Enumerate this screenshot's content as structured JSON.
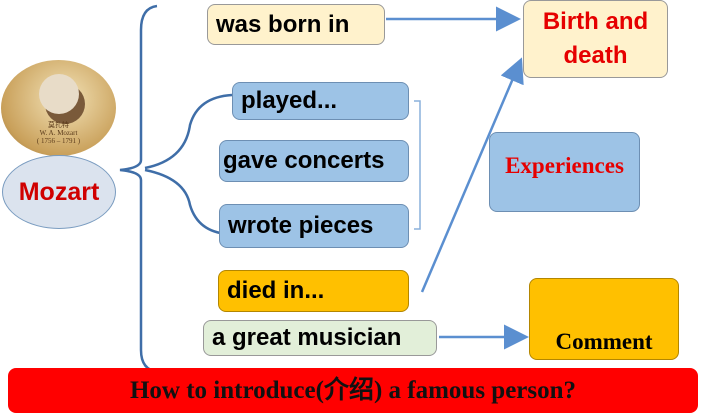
{
  "center": {
    "label": "Mozart",
    "portrait": {
      "name_cn": "莫扎特",
      "name": "W. A. Mozart",
      "years": "( 1756 – 1791 )"
    }
  },
  "items": {
    "born": "was born in",
    "played": "played...",
    "concerts": "gave concerts",
    "pieces": "wrote pieces",
    "died": "died in...",
    "musician": "a great musician"
  },
  "categories": {
    "birth_death": "Birth and death",
    "experiences": "Experiences",
    "comment": "Comment"
  },
  "banner": "How to introduce(介绍) a famous person?",
  "colors": {
    "red": "#e60000",
    "blue": "#9dc3e6",
    "gold": "#ffc000",
    "line": "#4a78b0"
  }
}
